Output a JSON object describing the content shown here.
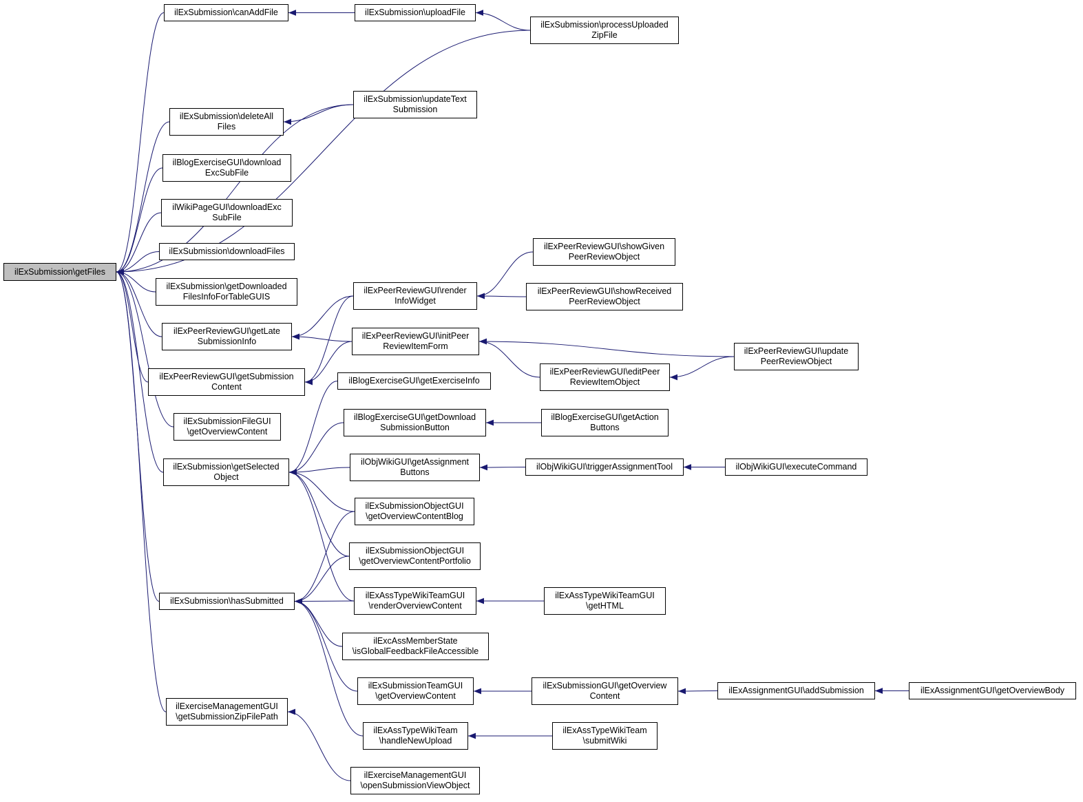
{
  "colors": {
    "edge": "#191970",
    "node_border": "#000000",
    "root_fill": "#bfbfbf",
    "node_fill": "#ffffff"
  },
  "nodes": [
    {
      "id": "root",
      "label": "ilExSubmission\\getFiles"
    },
    {
      "id": "canAddFile",
      "label": "ilExSubmission\\canAddFile"
    },
    {
      "id": "uploadFile",
      "label": "ilExSubmission\\uploadFile"
    },
    {
      "id": "processZip",
      "label": "ilExSubmission\\processUploaded\nZipFile"
    },
    {
      "id": "updateText",
      "label": "ilExSubmission\\updateText\nSubmission"
    },
    {
      "id": "deleteAll",
      "label": "ilExSubmission\\deleteAll\nFiles"
    },
    {
      "id": "blogDownload",
      "label": "ilBlogExerciseGUI\\download\nExcSubFile"
    },
    {
      "id": "wikiDownload",
      "label": "ilWikiPageGUI\\downloadExc\nSubFile"
    },
    {
      "id": "downloadFiles",
      "label": "ilExSubmission\\downloadFiles"
    },
    {
      "id": "getDownloaded",
      "label": "ilExSubmission\\getDownloaded\nFilesInfoForTableGUIS"
    },
    {
      "id": "getLate",
      "label": "ilExPeerReviewGUI\\getLate\nSubmissionInfo"
    },
    {
      "id": "getSubContent",
      "label": "ilExPeerReviewGUI\\getSubmission\nContent"
    },
    {
      "id": "subFileGUI",
      "label": "ilExSubmissionFileGUI\n\\getOverviewContent"
    },
    {
      "id": "getSelected",
      "label": "ilExSubmission\\getSelected\nObject"
    },
    {
      "id": "hasSubmitted",
      "label": "ilExSubmission\\hasSubmitted"
    },
    {
      "id": "exMgmtZip",
      "label": "ilExerciseManagementGUI\n\\getSubmissionZipFilePath"
    },
    {
      "id": "renderInfo",
      "label": "ilExPeerReviewGUI\\render\nInfoWidget"
    },
    {
      "id": "initPeer",
      "label": "ilExPeerReviewGUI\\initPeer\nReviewItemForm"
    },
    {
      "id": "showGiven",
      "label": "ilExPeerReviewGUI\\showGiven\nPeerReviewObject"
    },
    {
      "id": "showReceived",
      "label": "ilExPeerReviewGUI\\showReceived\nPeerReviewObject"
    },
    {
      "id": "editPeer",
      "label": "ilExPeerReviewGUI\\editPeer\nReviewItemObject"
    },
    {
      "id": "updatePeer",
      "label": "ilExPeerReviewGUI\\update\nPeerReviewObject"
    },
    {
      "id": "blogExInfo",
      "label": "ilBlogExerciseGUI\\getExerciseInfo"
    },
    {
      "id": "blogDlBtn",
      "label": "ilBlogExerciseGUI\\getDownload\nSubmissionButton"
    },
    {
      "id": "blogAction",
      "label": "ilBlogExerciseGUI\\getAction\nButtons"
    },
    {
      "id": "wikiAssignBtns",
      "label": "ilObjWikiGUI\\getAssignment\nButtons"
    },
    {
      "id": "wikiTrigger",
      "label": "ilObjWikiGUI\\triggerAssignmentTool"
    },
    {
      "id": "wikiExec",
      "label": "ilObjWikiGUI\\executeCommand"
    },
    {
      "id": "objBlog",
      "label": "ilExSubmissionObjectGUI\n\\getOverviewContentBlog"
    },
    {
      "id": "objPortfolio",
      "label": "ilExSubmissionObjectGUI\n\\getOverviewContentPortfolio"
    },
    {
      "id": "wikiTeamRender",
      "label": "ilExAssTypeWikiTeamGUI\n\\renderOverviewContent"
    },
    {
      "id": "wikiTeamHTML",
      "label": "ilExAssTypeWikiTeamGUI\n\\getHTML"
    },
    {
      "id": "memberState",
      "label": "ilExcAssMemberState\n\\isGlobalFeedbackFileAccessible"
    },
    {
      "id": "teamGUI",
      "label": "ilExSubmissionTeamGUI\n\\getOverviewContent"
    },
    {
      "id": "subGUIOverview",
      "label": "ilExSubmissionGUI\\getOverview\nContent"
    },
    {
      "id": "addSubmission",
      "label": "ilExAssignmentGUI\\addSubmission"
    },
    {
      "id": "overviewBody",
      "label": "ilExAssignmentGUI\\getOverviewBody"
    },
    {
      "id": "handleUpload",
      "label": "ilExAssTypeWikiTeam\n\\handleNewUpload"
    },
    {
      "id": "submitWiki",
      "label": "ilExAssTypeWikiTeam\n\\submitWiki"
    },
    {
      "id": "openSubView",
      "label": "ilExerciseManagementGUI\n\\openSubmissionViewObject"
    }
  ],
  "edges": [
    [
      "canAddFile",
      "root"
    ],
    [
      "processZip",
      "root"
    ],
    [
      "updateText",
      "root"
    ],
    [
      "deleteAll",
      "root"
    ],
    [
      "blogDownload",
      "root"
    ],
    [
      "wikiDownload",
      "root"
    ],
    [
      "downloadFiles",
      "root"
    ],
    [
      "getDownloaded",
      "root"
    ],
    [
      "getLate",
      "root"
    ],
    [
      "getSubContent",
      "root"
    ],
    [
      "subFileGUI",
      "root"
    ],
    [
      "getSelected",
      "root"
    ],
    [
      "hasSubmitted",
      "root"
    ],
    [
      "exMgmtZip",
      "root"
    ],
    [
      "uploadFile",
      "canAddFile"
    ],
    [
      "processZip",
      "uploadFile"
    ],
    [
      "updateText",
      "deleteAll"
    ],
    [
      "renderInfo",
      "getLate"
    ],
    [
      "initPeer",
      "getLate"
    ],
    [
      "renderInfo",
      "getSubContent"
    ],
    [
      "initPeer",
      "getSubContent"
    ],
    [
      "showGiven",
      "renderInfo"
    ],
    [
      "showReceived",
      "renderInfo"
    ],
    [
      "updatePeer",
      "initPeer"
    ],
    [
      "editPeer",
      "initPeer"
    ],
    [
      "updatePeer",
      "editPeer"
    ],
    [
      "blogExInfo",
      "getSelected"
    ],
    [
      "blogDlBtn",
      "getSelected"
    ],
    [
      "wikiAssignBtns",
      "getSelected"
    ],
    [
      "objBlog",
      "getSelected"
    ],
    [
      "objPortfolio",
      "getSelected"
    ],
    [
      "wikiTeamRender",
      "getSelected"
    ],
    [
      "blogAction",
      "blogDlBtn"
    ],
    [
      "wikiTrigger",
      "wikiAssignBtns"
    ],
    [
      "wikiExec",
      "wikiTrigger"
    ],
    [
      "objBlog",
      "hasSubmitted"
    ],
    [
      "objPortfolio",
      "hasSubmitted"
    ],
    [
      "wikiTeamRender",
      "hasSubmitted"
    ],
    [
      "memberState",
      "hasSubmitted"
    ],
    [
      "teamGUI",
      "hasSubmitted"
    ],
    [
      "handleUpload",
      "hasSubmitted"
    ],
    [
      "wikiTeamHTML",
      "wikiTeamRender"
    ],
    [
      "subGUIOverview",
      "teamGUI"
    ],
    [
      "addSubmission",
      "subGUIOverview"
    ],
    [
      "overviewBody",
      "addSubmission"
    ],
    [
      "submitWiki",
      "handleUpload"
    ],
    [
      "openSubView",
      "exMgmtZip"
    ]
  ]
}
